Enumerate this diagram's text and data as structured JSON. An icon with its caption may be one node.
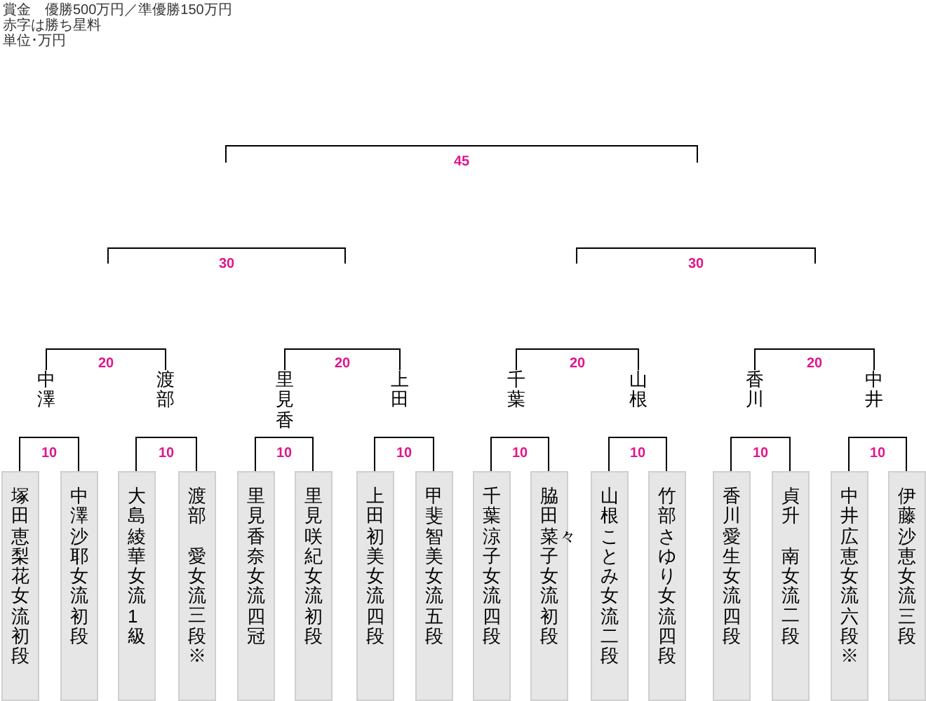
{
  "diagram": {
    "nodes": [
      {
        "text": [
          "塚田恵梨花女流初段"
        ]
      },
      {
        "text": [
          "中澤沙耶女流初段"
        ]
      },
      {
        "text": [
          "大島綾華女流1級"
        ]
      },
      {
        "text": [
          "渡部",
          "愛女流三段※"
        ]
      },
      {
        "text": [
          "里見香奈女流四冠"
        ]
      },
      {
        "text": [
          "里見咲紀女流初段"
        ]
      },
      {
        "text": [
          "上田初美女流四段"
        ]
      },
      {
        "text": [
          "甲斐智美女流五段"
        ]
      },
      {
        "text": [
          "千葉涼子女流四段"
        ]
      },
      {
        "text": [
          "脇田菜々子女流初段"
        ]
      },
      {
        "text": [
          "山根ことみ女流二段"
        ]
      },
      {
        "text": [
          "竹部さゆり女流四段"
        ]
      },
      {
        "text": [
          "香川愛生女流四段"
        ]
      },
      {
        "text": [
          "貞升",
          "南女流二段"
        ]
      },
      {
        "text": [
          "中井広恵女流六段※"
        ]
      },
      {
        "text": [
          "伊藤沙恵女流三段"
        ]
      },
      {
        "text": [
          "中澤"
        ]
      },
      {
        "text": [
          "渡部"
        ]
      },
      {
        "text": [
          "里見香"
        ]
      },
      {
        "text": [
          "上田"
        ]
      },
      {
        "text": [
          "千葉"
        ]
      },
      {
        "text": [
          "山根"
        ]
      },
      {
        "text": [
          "香川"
        ]
      },
      {
        "text": [
          "中井"
        ]
      }
    ],
    "edges": [
      {
        "from": 16,
        "to": 17,
        "arrow": "none",
        "label": "20"
      },
      {
        "from": 18,
        "to": 19,
        "arrow": "none",
        "label": "20"
      },
      {
        "from": 20,
        "to": 21,
        "arrow": "none",
        "label": "20"
      },
      {
        "from": 22,
        "to": 23,
        "arrow": "none",
        "label": "20"
      },
      {
        "from": 0,
        "to": 1,
        "arrow": "none",
        "label": "10"
      },
      {
        "from": 2,
        "to": 3,
        "arrow": "none",
        "label": "10"
      },
      {
        "from": 4,
        "to": 5,
        "arrow": "none",
        "label": "10"
      },
      {
        "from": 6,
        "to": 7,
        "arrow": "none",
        "label": "10"
      },
      {
        "from": 8,
        "to": 9,
        "arrow": "none",
        "label": "10"
      },
      {
        "from": 10,
        "to": 11,
        "arrow": "none",
        "label": "10"
      },
      {
        "from": 12,
        "to": 13,
        "arrow": "none",
        "label": "10"
      },
      {
        "from": 14,
        "to": 15,
        "arrow": "none",
        "label": "10"
      }
    ],
    "labels": [
      "賞金　優勝500万円／準優勝150万円",
      "赤字は勝ち星料",
      "単位･万円",
      "45",
      "30",
      "30"
    ]
  }
}
